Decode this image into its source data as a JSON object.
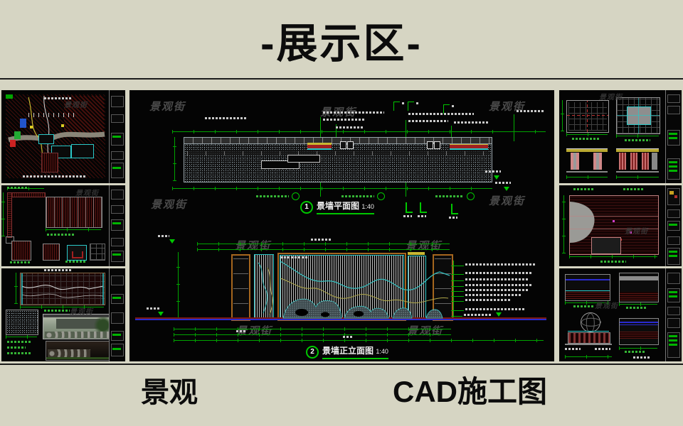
{
  "header": {
    "title": "-展示区-"
  },
  "footer": {
    "category": "景观",
    "type": "CAD施工图"
  },
  "watermark": {
    "text": "景观街"
  },
  "central": {
    "plan": {
      "number": "1",
      "title": "景墙平面图",
      "scale": "1:40"
    },
    "elevation": {
      "number": "2",
      "title": "景墙正立面图",
      "scale": "1:40"
    }
  },
  "colors": {
    "background": "#d6d5c3",
    "sheet_black": "#040404",
    "cad_green": "#00b400",
    "cad_cyan": "#35c0c0",
    "cad_orange": "#a5661e",
    "cad_yellow": "#c8b832",
    "hatch_red": "#5a1512",
    "ground_blue": "#2a2ad0",
    "watermark_gray": "#4a4a4a"
  }
}
